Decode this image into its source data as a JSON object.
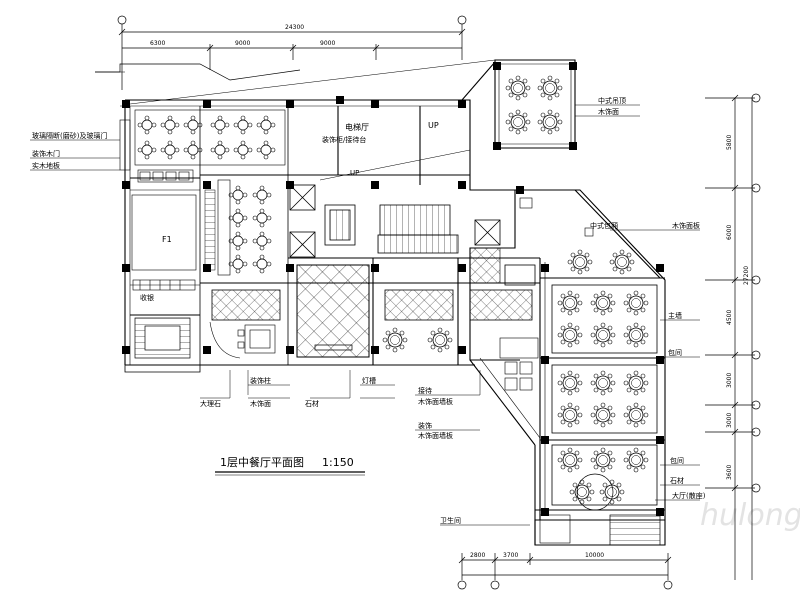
{
  "drawing": {
    "title": "1层中餐厅平面图",
    "scale": "1:150",
    "watermark": "hulong"
  },
  "top_dims": {
    "overall": "24300",
    "segments": [
      "6300",
      "9000",
      "9000"
    ]
  },
  "bottom_dims": {
    "segments": [
      "2800",
      "3700",
      "10000"
    ]
  },
  "right_dims": {
    "segments": [
      "5800",
      "6000",
      "4500",
      "3000",
      "3000",
      "3600"
    ],
    "overall": "27200"
  },
  "rooms": {
    "stair_hall": "电梯厅",
    "passage_note": "装饰柜/接待台",
    "up": "UP",
    "f1": "F1",
    "up_left": "UP"
  },
  "annotations": {
    "a_tl1": "玻璃隔断(磨砂)及玻璃门",
    "a_tl2": "装饰木门",
    "a_tl3": "实木地板",
    "a_r1": "中式吊顶",
    "a_r2": "木饰面",
    "a_r3": "中式包厢",
    "a_r4": "木饰面板",
    "a_r5": "主墙",
    "a_r6": "包间",
    "a_r7": "包间",
    "a_r8": "石材",
    "a_b1": "大理石",
    "a_b2": "装饰柱",
    "a_b3": "木饰面",
    "a_b4": "石材",
    "a_b5": "灯槽",
    "a_c1": "接待",
    "a_c2": "木饰面墙板",
    "a_c3": "装饰",
    "a_c4": "木饰面墙板",
    "a_s1": "卫生间",
    "a_s2": "大厅(散座)",
    "a_s3": "收银"
  }
}
